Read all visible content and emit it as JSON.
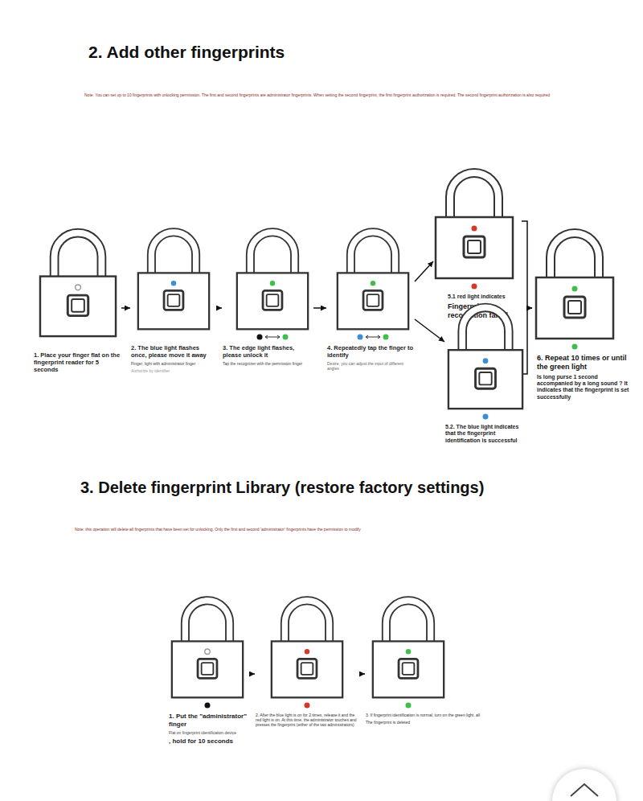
{
  "diagram": {
    "title": "2. Add other fingerprints",
    "nodes": [
      {
        "text": [
          "1. Place your finger flat on the fingerprint reader for 5 seconds"
        ]
      },
      {
        "text": [
          "2. The blue light flashes once, please move it away",
          "Finger, light with administrator finger",
          "Authorize by identifier"
        ]
      },
      {
        "text": [
          "3. The edge light flashes, please unlock it",
          "Tap the recognizer with the permission finger"
        ]
      },
      {
        "text": [
          "4. Repeatedly tap the finger to identify",
          "Desire, you can adjust the input of different angles"
        ]
      },
      {
        "text": [
          "5.1 red light indicates",
          "Fingerprint recognition failed"
        ]
      },
      {
        "text": [
          "5.2. The blue light indicates that the fingerprint identification is successful"
        ]
      },
      {
        "text": [
          "6. Repeat 10 times or until the green light",
          "Is long purse 1 second accompanied by a long sound ? It indicates that the fingerprint is set successfully"
        ]
      },
      {
        "text": [
          "1. Put the \"administrator\" finger",
          "Flat on fingerprint identification device",
          ", hold for 10 seconds"
        ]
      },
      {
        "text": [
          "2. After the blue light is on for 2 times, release it and the red light is on. At this time, the administrator touches and presses the fingerprint (either of the two administrators)"
        ]
      },
      {
        "text": [
          "3. If fingerprint identification is normal, turn on the green light, all",
          "The fingerprint is deleted"
        ]
      }
    ],
    "edges": [
      {
        "from": 0,
        "to": 1,
        "arrow": "to"
      },
      {
        "from": 1,
        "to": 2,
        "arrow": "to"
      },
      {
        "from": 2,
        "to": 3,
        "arrow": "to"
      },
      {
        "from": 3,
        "to": 4,
        "arrow": "to"
      },
      {
        "from": 3,
        "to": 5,
        "arrow": "to"
      },
      {
        "from": 4,
        "to": 6,
        "arrow": "to"
      },
      {
        "from": 5,
        "to": 6,
        "arrow": "to"
      },
      {
        "from": 7,
        "to": 8,
        "arrow": "to"
      },
      {
        "from": 8,
        "to": 9,
        "arrow": "to"
      }
    ],
    "labels": [
      "Note: You can set up to 10 fingerprints with unlocking permission. The first and second fingerprints are administrator fingerprints. When setting the second fingerprint, the first fingerprint authorization is required. The second fingerprint authorization is also required",
      "3. Delete fingerprint Library (restore factory settings)",
      "Note: this operation will delete all fingerprints that have been set for unlocking. Only the first and second 'administrator' fingerprints have the permission to modify"
    ]
  }
}
